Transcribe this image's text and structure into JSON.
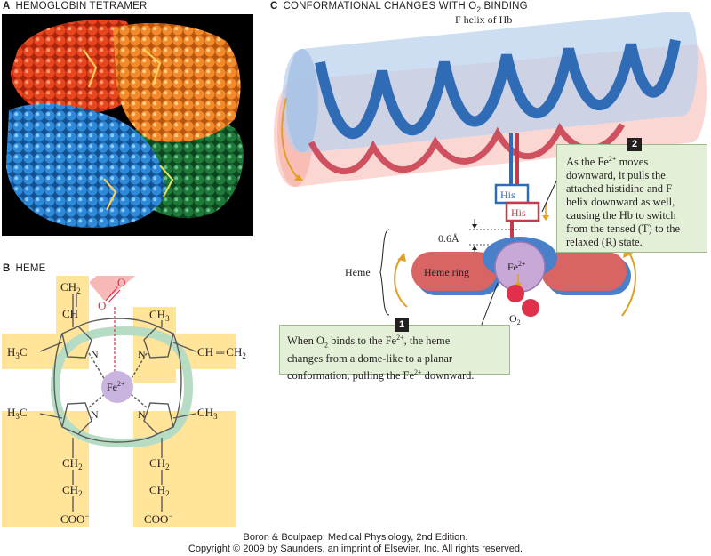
{
  "panels": {
    "a": {
      "letter": "A",
      "title": "HEMOGLOBIN TETRAMER"
    },
    "b": {
      "letter": "B",
      "title": "HEME"
    },
    "c": {
      "letter": "C",
      "title_pre": "CONFORMATIONAL CHANGES WITH O",
      "title_sub": "2",
      "title_post": " BINDING"
    }
  },
  "heme": {
    "vinyl_top": "CH",
    "vinyl_top_sub": "2",
    "vinyl_top_ch": "CH",
    "methyl_left": "H",
    "methyl_left_sub": "3",
    "methyl_left_post": "C",
    "methyl_top_right": "CH",
    "methyl_top_right_sub": "3",
    "vinyl_right": "CH",
    "vinyl_right_eq": "CH",
    "vinyl_right_sub": "2",
    "methyl_bottom_left": "H",
    "methyl_bottom_left_sub": "3",
    "methyl_bottom_left_post": "C",
    "methyl_bottom_right": "CH",
    "methyl_bottom_right_sub": "3",
    "n1": "N",
    "n2": "N",
    "n3": "N",
    "n4": "N",
    "fe": "Fe",
    "fe_sup": "2+",
    "o2_left": "O",
    "o2_right": "O",
    "ch2_a": "CH",
    "ch2_a_sub": "2",
    "ch2_b": "CH",
    "ch2_b_sub": "2",
    "ch2_c": "CH",
    "ch2_c_sub": "2",
    "ch2_d": "CH",
    "ch2_d_sub": "2",
    "coo_left": "COO",
    "coo_left_sup": "−",
    "coo_right": "COO",
    "coo_right_sup": "−"
  },
  "conformation": {
    "f_helix_label": "F helix of Hb",
    "his_top": "His",
    "his_bottom": "His",
    "distance": "0.6Å",
    "heme_label": "Heme",
    "heme_ring_label": "Heme ring",
    "fe": "Fe",
    "fe_sup": "2+",
    "o2": "O",
    "o2_sub": "2",
    "callout1": {
      "number": "1",
      "line1_pre": "When O",
      "line1_sub": "2",
      "line1_mid": " binds to the Fe",
      "line1_sup": "2+",
      "line1_post": ", the heme",
      "line2": "changes from a dome-like to a planar",
      "line3_pre": "conformation, pulling the Fe",
      "line3_sup": "2+",
      "line3_post": " downward."
    },
    "callout2": {
      "number": "2",
      "line1_pre": "As the Fe",
      "line1_sup": "2+",
      "line1_post": " moves",
      "line2": "downward, it pulls the",
      "line3": "attached histidine and F",
      "line4": "helix downward as well,",
      "line5": "causing the Hb to switch",
      "line6": "from the tensed (T) to the",
      "line7": "relaxed (R) state."
    }
  },
  "footer": {
    "line1": "Boron & Boulpaep: Medical Physiology, 2nd Edition.",
    "line2": "Copyright © 2009 by Saunders, an imprint of Elsevier, Inc. All rights reserved."
  },
  "colors": {
    "chain_red": "#e8461e",
    "chain_orange": "#f28a2c",
    "chain_blue": "#2e8ad8",
    "chain_green": "#1f7a3a",
    "highlight_yellow": "#ffe49a",
    "porphyrin_green": "#b7dcc4",
    "fe_purple": "#c9b4e0",
    "helix_blue": "#2f6cb5",
    "helix_red": "#c73a4b",
    "callout_green": "#e3f0d7",
    "arrow_gold": "#e0a020"
  }
}
